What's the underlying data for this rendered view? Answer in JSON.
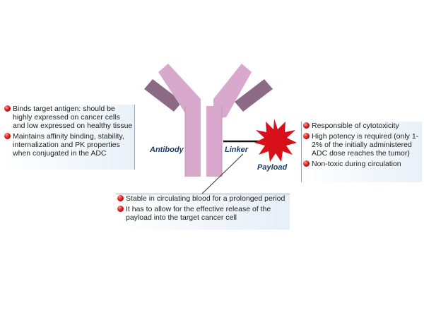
{
  "labels": {
    "antibody": "Antibody",
    "linker": "Linker",
    "payload": "Payload"
  },
  "antibody_notes": [
    "Binds target antigen: should be highly expressed on cancer cells and low expressed on healthy tissue",
    "Maintains affinity binding, stability, internalization and PK properties when conjugated in the ADC"
  ],
  "payload_notes": [
    "Responsible of cytotoxicity",
    "High potency is required (only 1-2% of the initially administered ADC dose reaches the tumor)",
    "Non-toxic during circulation"
  ],
  "linker_notes": [
    "Stable in circulating blood for a prolonged period",
    "It has to allow for the effective release of the payload into the target cancer cell"
  ],
  "colors": {
    "antibody_body": "#d8a9cc",
    "antibody_arms": "#8c6a85",
    "payload_star": "#d8101a",
    "label_text": "#1b3d6b",
    "bullet": "#d42020"
  }
}
